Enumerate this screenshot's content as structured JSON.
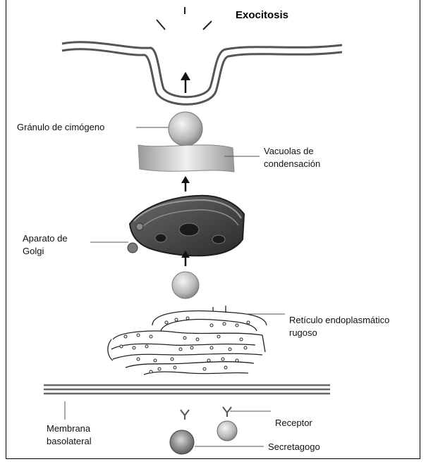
{
  "title": "Exocitosis",
  "labels": {
    "granulo": "Gránulo de cimógeno",
    "vacuolas": "Vacuolas de\ncondensación",
    "golgi": "Aparato de\nGolgi",
    "reticulo": "Retículo endoplasmático\nrugoso",
    "membrana": "Membrana\nbasolateral",
    "receptor": "Receptor",
    "secretagogo": "Secretagogo"
  },
  "colors": {
    "line": "#333333",
    "organelle_dark": "#3a3a3a",
    "sphere_light": "#f2f2f2",
    "sphere_dark": "#8a8a8a"
  }
}
